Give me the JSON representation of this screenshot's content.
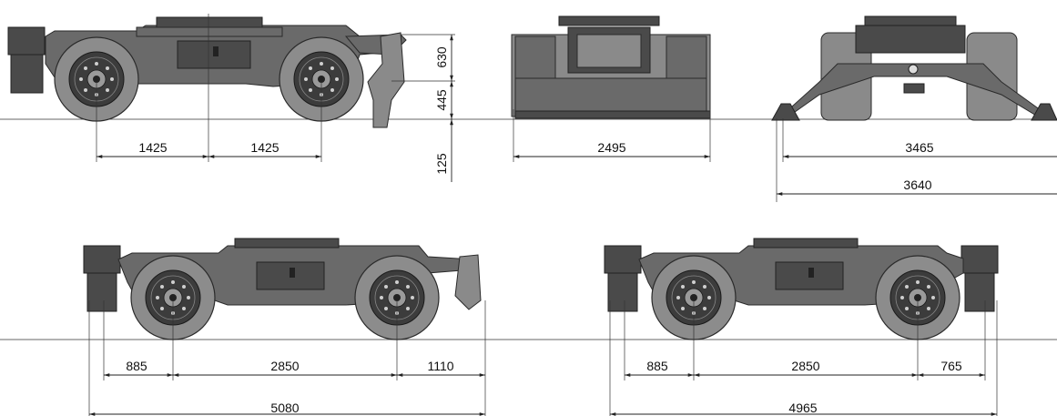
{
  "views": {
    "side_top": {
      "dims": {
        "axle_front": "1425",
        "axle_rear": "1425",
        "h_upper": "630",
        "h_mid": "445",
        "h_low": "125"
      }
    },
    "front": {
      "dims": {
        "width": "2495"
      }
    },
    "rear": {
      "dims": {
        "track": "3465",
        "overall": "3640"
      }
    },
    "side_bottom_left": {
      "dims": {
        "front_overhang": "885",
        "wheelbase": "2850",
        "rear_overhang": "1110",
        "overall": "5080"
      }
    },
    "side_bottom_right": {
      "dims": {
        "front_overhang": "885",
        "wheelbase": "2850",
        "rear_overhang": "765",
        "overall": "4965"
      }
    }
  },
  "colors": {
    "body": "#6a6a6a",
    "tire": "#8c8c8c",
    "rim": "#3c3c3c",
    "line": "#222222"
  }
}
